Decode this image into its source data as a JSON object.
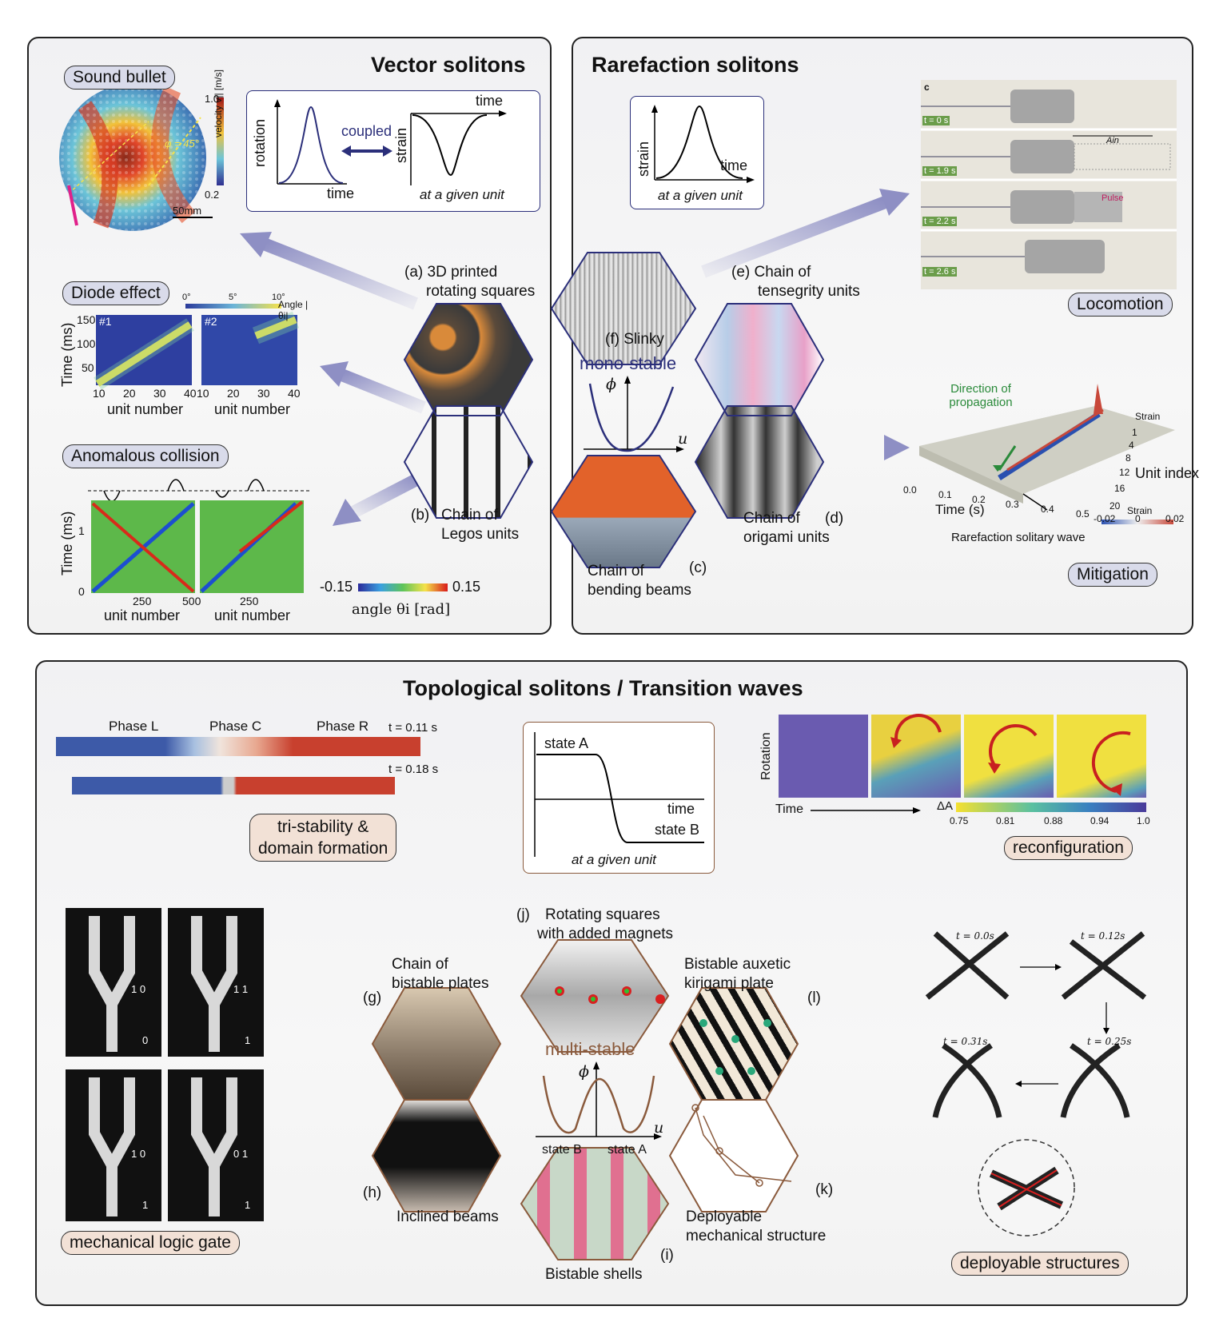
{
  "vector": {
    "title": "Vector solitons",
    "sound_bullet": "Sound bullet",
    "colorbar_ticks": [
      "1.0",
      "0.2"
    ],
    "colorbar_label": "velocity v|| [m/s]",
    "angle_label": "φ = 45°",
    "scale": "50mm",
    "inset_rotation": "rotation",
    "inset_time1": "time",
    "inset_coupled": "coupled",
    "inset_strain": "strain",
    "inset_time2": "time",
    "inset_at_unit": "at a given unit",
    "diode": "Diode effect",
    "diode_y": "Time (ms)",
    "diode_yticks": [
      "150",
      "100",
      "50"
    ],
    "diode_x1": [
      "10",
      "20",
      "30",
      "40"
    ],
    "diode_x2": [
      "10",
      "20",
      "30",
      "40"
    ],
    "diode_xlabel": "unit number",
    "diode_tag1": "#1",
    "diode_tag2": "#2",
    "diode_cbar": [
      "0°",
      "5°",
      "10°"
    ],
    "diode_cbar_label": "Angle |θi|",
    "anomalous": "Anomalous collision",
    "anom_y": "Time (ms)",
    "anom_yticks": [
      "1",
      "0"
    ],
    "anom_x1": [
      "250",
      "500"
    ],
    "anom_x2": [
      "250"
    ],
    "anom_xlabel": "unit number",
    "cbar_min": "-0.15",
    "cbar_max": "0.15",
    "cbar_label": "angle θi [rad]"
  },
  "rarefaction": {
    "title": "Rarefaction solitons",
    "inset_strain": "strain",
    "inset_time": "time",
    "inset_at_unit": "at a given unit",
    "loco_tag": "c",
    "loco_times": [
      "t = 0 s",
      "t = 1.9 s",
      "t = 2.2 s",
      "t = 2.6 s"
    ],
    "loco_ain": "Ain",
    "loco_pulse": "Pulse",
    "locomotion": "Locomotion",
    "mitigation": "Mitigation",
    "mit_dir": "Direction of propagation",
    "mit_strain": "Strain",
    "mit_unit_index": "Unit index",
    "mit_unit_ticks": [
      "1",
      "4",
      "8",
      "12",
      "16",
      "20"
    ],
    "mit_time": "Time (s)",
    "mit_time_ticks": [
      "0.0",
      "0.1",
      "0.2",
      "0.3",
      "0.4",
      "0.5"
    ],
    "mit_strain_cbar": [
      "-0.02",
      "0",
      "0.02"
    ],
    "mit_wave": "Rarefaction solitary wave"
  },
  "center_top": {
    "a": "(a)  3D printed",
    "a2": "rotating squares",
    "b": "(b)",
    "b_text1": "Chain of",
    "b_text2": "Legos units",
    "c1": "Chain of",
    "c2": "bending beams",
    "c_tag": "(c)",
    "d1": "Chain of",
    "d2": "origami units",
    "d_tag": "(d)",
    "e": "(e)  Chain of",
    "e2": "tensegrity units",
    "f": "(f) Slinky",
    "mono": "mono-stable",
    "phi": "ϕ",
    "u": "u"
  },
  "topo": {
    "title": "Topological solitons / Transition waves",
    "phase_l": "Phase L",
    "phase_c": "Phase C",
    "phase_r": "Phase R",
    "t1": "t = 0.11 s",
    "t2": "t = 0.18 s",
    "tri": "tri-stability &",
    "tri2": "domain formation",
    "inset_stateA": "state A",
    "inset_time": "time",
    "inset_stateB": "state B",
    "inset_at_unit": "at a given unit",
    "reconf_rotation": "Rotation",
    "reconf_time": "Time",
    "reconf_da": "ΔA",
    "reconf_ticks": [
      "0.75",
      "0.81",
      "0.88",
      "0.94",
      "1.0"
    ],
    "reconfiguration": "reconfiguration",
    "gate_inputs": [
      "1 0",
      "1 1",
      "1 0",
      "0 1"
    ],
    "gate_outputs": [
      "0",
      "1",
      "1",
      "1"
    ],
    "logic": "mechanical logic gate",
    "g1": "Chain of",
    "g2": "bistable plates",
    "g_tag": "(g)",
    "h_tag": "(h)",
    "h": "Inclined beams",
    "i": "Bistable shells",
    "i_tag": "(i)",
    "j_tag": "(j)",
    "j1": "Rotating squares",
    "j2": "with added magnets",
    "k_tag": "(k)",
    "k1": "Deployable",
    "k2": "mechanical structure",
    "l_tag": "(l)",
    "l1": "Bistable auxetic",
    "l2": "kirigami plate",
    "multi": "multi-stable",
    "phi": "ϕ",
    "u": "u",
    "state_b": "state B",
    "state_a": "state A",
    "deploy_times": [
      "t = 0.0s",
      "t = 0.12s",
      "t = 0.31s",
      "t = 0.25s"
    ],
    "deployable": "deployable structures"
  },
  "colors": {
    "navy": "#2b2f7a",
    "brown": "#8a5a3c",
    "arrow_blue": "#8e8fc4",
    "arrow_tan": "#d8b9a2"
  }
}
